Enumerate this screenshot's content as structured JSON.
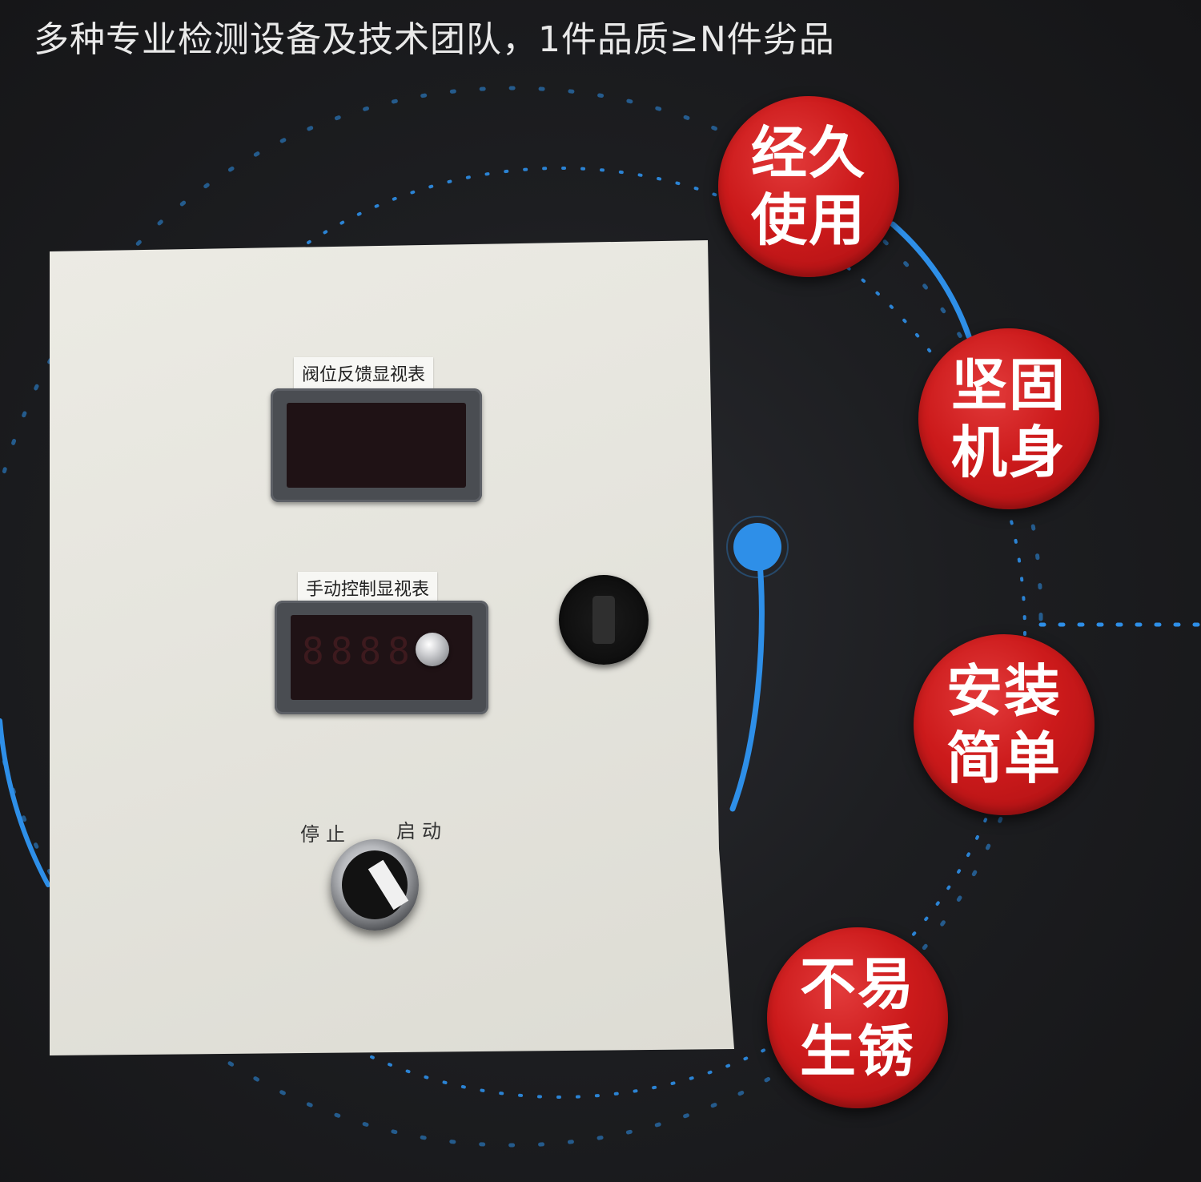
{
  "headline": "多种专业检测设备及技术团队，1件品质≥N件劣品",
  "panel": {
    "valve_meter_label": "阀位反馈显视表",
    "manual_meter_label": "手动控制显视表",
    "manual_meter_digits": "8888",
    "stop_label": "停止",
    "start_label": "启动"
  },
  "badges": [
    {
      "line1": "经久",
      "line2": "使用"
    },
    {
      "line1": "坚固",
      "line2": "机身"
    },
    {
      "line1": "安装",
      "line2": "简单"
    },
    {
      "line1": "不易",
      "line2": "生锈"
    }
  ],
  "colors": {
    "badge_red": "#cc1a1b",
    "ring_blue": "#2e8fe8",
    "background": "#1b1b1d",
    "panel_beige": "#e6e5de"
  }
}
